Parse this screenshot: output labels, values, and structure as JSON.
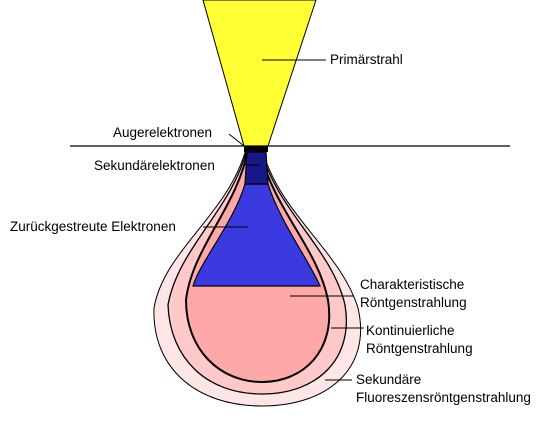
{
  "labels": {
    "primary_beam": "Primärstrahl",
    "auger_electrons": "Augerelektronen",
    "secondary_electrons": "Sekundärelektronen",
    "backscattered_electrons": "Zurückgestreute Elektronen",
    "characteristic_xray_line1": "Charakteristische",
    "characteristic_xray_line2": "Röntgenstrahlung",
    "continuous_xray_line1": "Kontinuierliche",
    "continuous_xray_line2": "Röntgenstrahlung",
    "fluorescence_xray_line1": "Sekundäre",
    "fluorescence_xray_line2": "Fluoreszensröntgenstrahlung"
  },
  "colors": {
    "primary_beam": "#ffff33",
    "auger_layer": "#000000",
    "secondary_electron_region": "#18188a",
    "backscatter_region": "#3a3ae0",
    "characteristic_region": "#ffa8a8",
    "continuous_region": "#ffc9c9",
    "fluorescence_region": "#ffe6e6",
    "outline": "#000000"
  }
}
